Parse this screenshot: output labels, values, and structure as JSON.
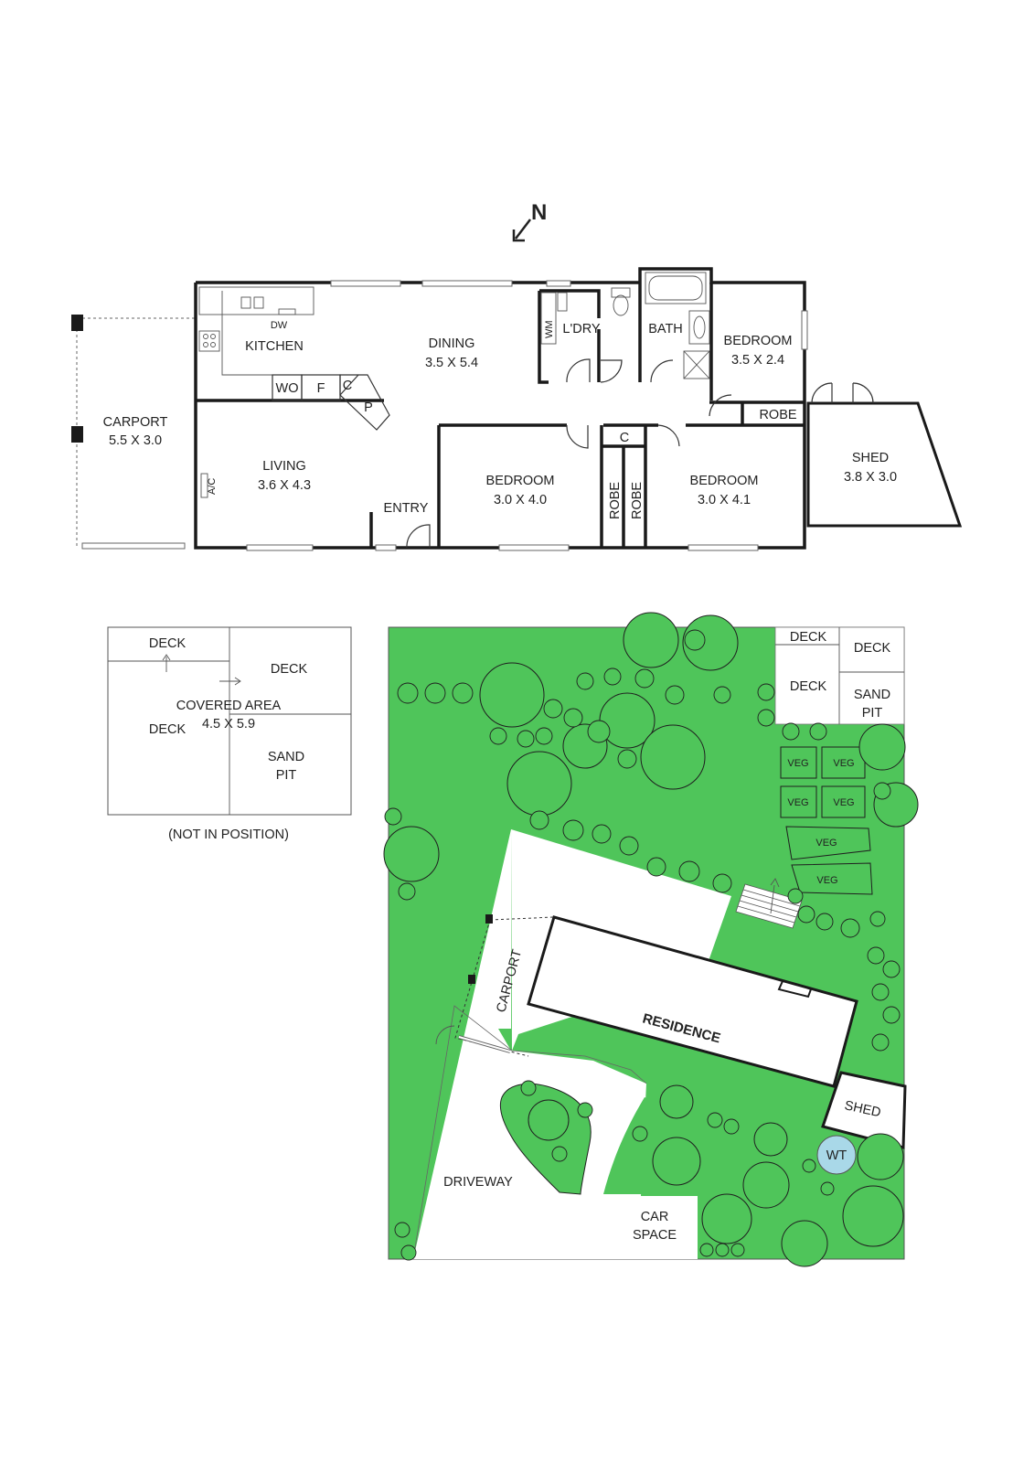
{
  "compass": {
    "label": "N"
  },
  "floor_plan": {
    "carport": {
      "name": "CARPORT",
      "size": "5.5 X 3.0"
    },
    "kitchen": {
      "name": "KITCHEN",
      "dw": "DW",
      "wo": "WO",
      "f": "F",
      "c": "C",
      "p": "P"
    },
    "dining": {
      "name": "DINING",
      "size": "3.5 X 5.4"
    },
    "living": {
      "name": "LIVING",
      "size": "3.6 X 4.3",
      "ac": "A/C"
    },
    "entry": {
      "name": "ENTRY"
    },
    "laundry": {
      "name": "L'DRY",
      "wm": "WM"
    },
    "bath": {
      "name": "BATH"
    },
    "bedroom_1": {
      "name": "BEDROOM",
      "size": "3.5 X 2.4"
    },
    "robe_1": {
      "name": "ROBE"
    },
    "bedroom_2": {
      "name": "BEDROOM",
      "size": "3.0 X 4.0"
    },
    "cupboard": {
      "name": "C"
    },
    "robe_2": {
      "name": "ROBE"
    },
    "robe_3": {
      "name": "ROBE"
    },
    "bedroom_3": {
      "name": "BEDROOM",
      "size": "3.0 X 4.1"
    },
    "shed": {
      "name": "SHED",
      "size": "3.8 X 3.0"
    }
  },
  "outdoor_inset": {
    "deck_1": "DECK",
    "deck_2": "DECK",
    "deck_3": "DECK",
    "covered_area": {
      "name": "COVERED AREA",
      "size": "4.5 X 5.9"
    },
    "sand_pit": {
      "line1": "SAND",
      "line2": "PIT"
    },
    "note": "(NOT IN POSITION)"
  },
  "site_plan": {
    "deck_a": "DECK",
    "deck_b": "DECK",
    "deck_c": "DECK",
    "sand_pit": {
      "line1": "SAND",
      "line2": "PIT"
    },
    "veg_labels": [
      "VEG",
      "VEG",
      "VEG",
      "VEG",
      "VEG",
      "VEG"
    ],
    "carport": "CARPORT",
    "residence": "RESIDENCE",
    "shed": "SHED",
    "water_tank": "WT",
    "driveway": "DRIVEWAY",
    "car_space": {
      "line1": "CAR",
      "line2": "SPACE"
    }
  },
  "colors": {
    "lawn": "#4fc55a",
    "water_tank": "#a9d8e8",
    "wall": "#1a1a1a"
  }
}
